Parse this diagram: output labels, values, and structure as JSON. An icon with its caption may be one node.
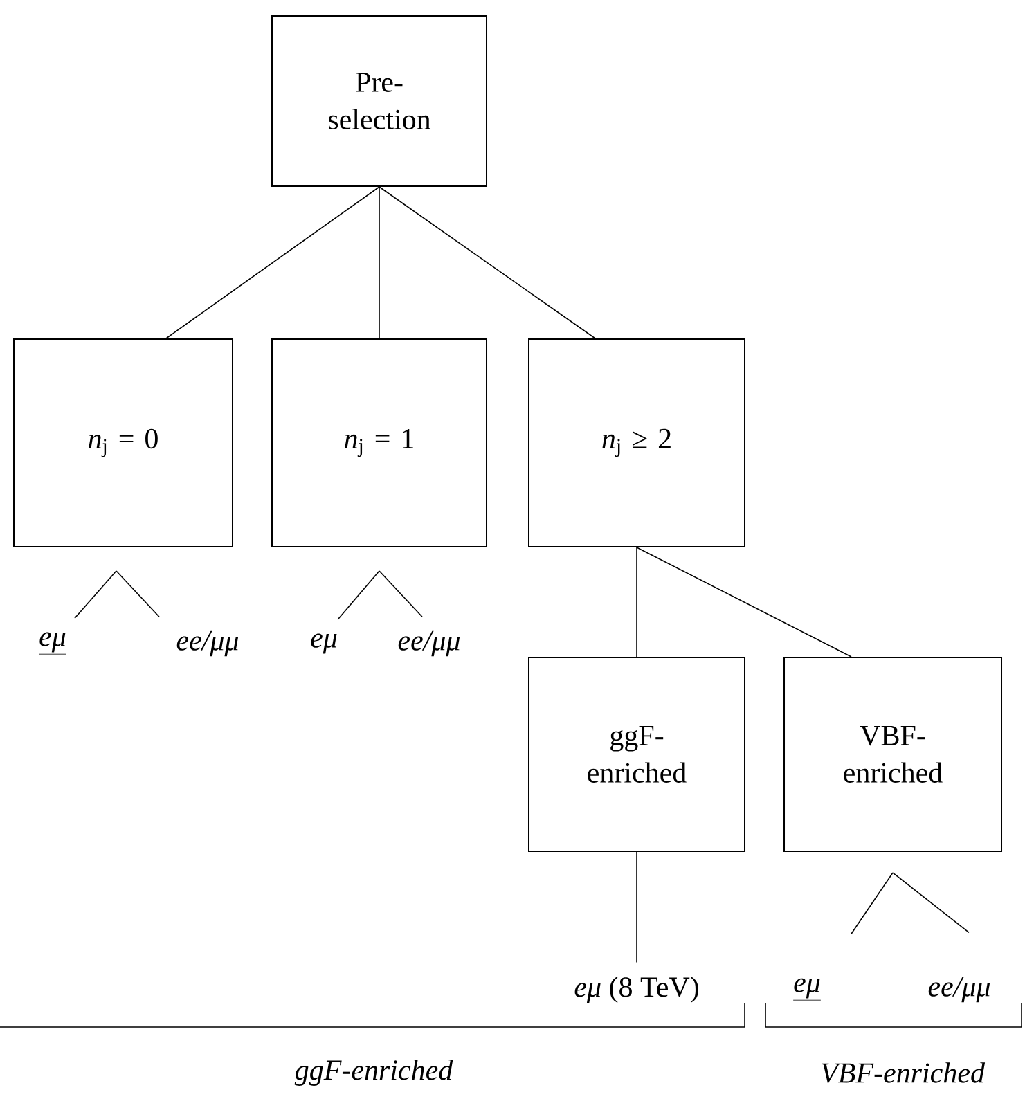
{
  "diagram": {
    "nodes": [
      {
        "text": [
          "Pre- selection"
        ]
      },
      {
        "text": [
          "*n*$_{j}$ = 0"
        ]
      },
      {
        "text": [
          "*n*$_{j}$ = 1"
        ]
      },
      {
        "text": [
          "*n*$_{j}$ ≥ 2"
        ]
      },
      {
        "text": [
          "ggF- enriched"
        ]
      },
      {
        "text": [
          "VBF- enriched"
        ]
      },
      {
        "text": [
          "eμ"
        ]
      },
      {
        "text": [
          "ee/μμ"
        ]
      },
      {
        "text": [
          "eμ"
        ]
      },
      {
        "text": [
          "ee/μμ"
        ]
      },
      {
        "text": [
          "*eμ* (8 TeV)"
        ]
      },
      {
        "text": [
          "eμ"
        ]
      },
      {
        "text": [
          "ee/μμ"
        ]
      }
    ],
    "edges": [
      {
        "from": 0,
        "to": 1,
        "arrow": "none"
      },
      {
        "from": 0,
        "to": 2,
        "arrow": "none"
      },
      {
        "from": 0,
        "to": 3,
        "arrow": "none"
      },
      {
        "from": 3,
        "to": 4,
        "arrow": "none"
      },
      {
        "from": 3,
        "to": 5,
        "arrow": "none"
      },
      {
        "from": 1,
        "to": 6,
        "arrow": "none"
      },
      {
        "from": 1,
        "to": 7,
        "arrow": "none"
      },
      {
        "from": 2,
        "to": 8,
        "arrow": "none"
      },
      {
        "from": 2,
        "to": 9,
        "arrow": "none"
      },
      {
        "from": 4,
        "to": 10,
        "arrow": "none"
      },
      {
        "from": 5,
        "to": 11,
        "arrow": "none"
      },
      {
        "from": 5,
        "to": 12,
        "arrow": "none"
      }
    ],
    "labels": [
      "ggF-enriched",
      "VBF-enriched"
    ]
  }
}
